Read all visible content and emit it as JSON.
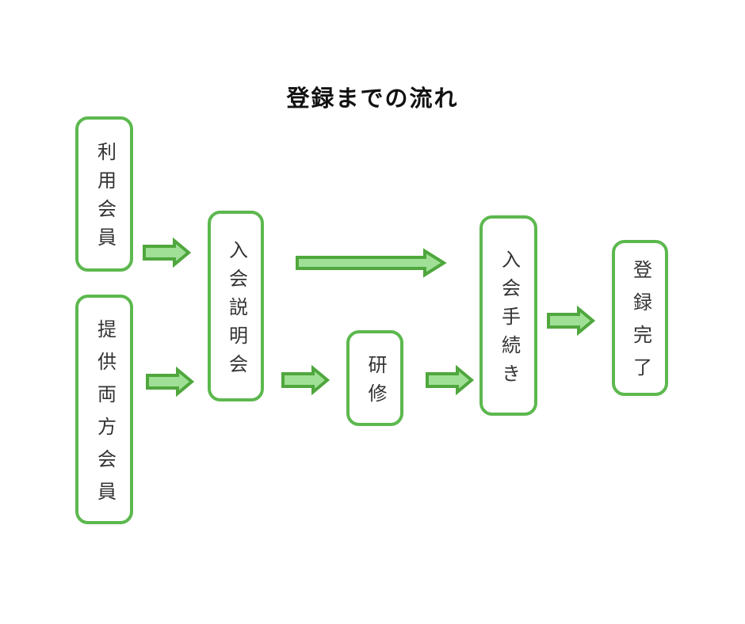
{
  "flow": {
    "title": "登録までの流れ",
    "nodes": [
      {
        "id": "riyou-kaiin",
        "label": "利用会員"
      },
      {
        "id": "teikyou-ryouhou-kaiin",
        "label": "提供両方会員"
      },
      {
        "id": "nyuukai-setsumeikai",
        "label": "入会説明会"
      },
      {
        "id": "kenshuu",
        "label": "研修"
      },
      {
        "id": "nyuukai-tetsuzuki",
        "label": "入会手続き"
      },
      {
        "id": "touroku-kanryou",
        "label": "登録完了"
      }
    ],
    "edges": [
      {
        "from": "利用会員",
        "to": "入会説明会"
      },
      {
        "from": "提供両方会員",
        "to": "入会説明会"
      },
      {
        "from": "入会説明会",
        "to": "入会手続き"
      },
      {
        "from": "入会説明会",
        "to": "研修"
      },
      {
        "from": "研修",
        "to": "入会手続き"
      },
      {
        "from": "入会手続き",
        "to": "登録完了"
      }
    ],
    "colors": {
      "boxBorder": "#5CB84E",
      "arrowFill": "#9FE096",
      "arrowStroke": "#4FA73D",
      "text": "#333333",
      "title": "#111111",
      "background": "#FFFFFF"
    }
  }
}
